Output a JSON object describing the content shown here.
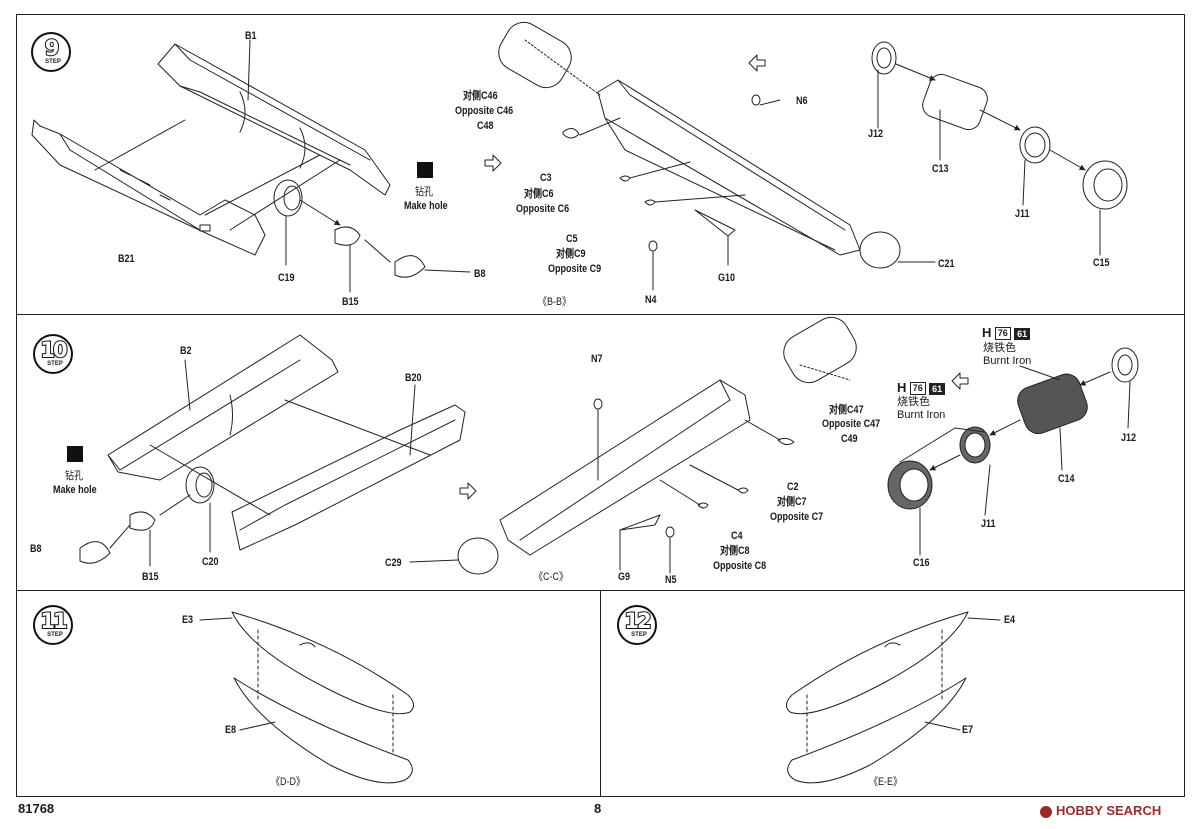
{
  "footer": {
    "code": "81768",
    "page": "8",
    "watermark": "HOBBY SEARCH"
  },
  "steps": [
    {
      "number": "9",
      "tag": "STEP"
    },
    {
      "number": "10",
      "tag": "STEP"
    },
    {
      "number": "11",
      "tag": "STEP"
    },
    {
      "number": "12",
      "tag": "STEP"
    }
  ],
  "step9": {
    "labels": {
      "b1": "B1",
      "b21": "B21",
      "c19": "C19",
      "b15": "B15",
      "b8": "B8",
      "make_hole_cn": "钻孔",
      "make_hole_en": "Make hole",
      "c46_cn": "对侧C46",
      "c46_en": "Opposite C46",
      "c48": "C48",
      "c3": "C3",
      "c6_cn": "对侧C6",
      "c6_en": "Opposite C6",
      "c5": "C5",
      "c9_cn": "对侧C9",
      "c9_en": "Opposite C9",
      "n4": "N4",
      "g10": "G10",
      "n6": "N6",
      "c21": "C21",
      "section": "《B-B》",
      "j12": "J12",
      "c13": "C13",
      "j11": "J11",
      "c15": "C15"
    }
  },
  "step10": {
    "labels": {
      "b2": "B2",
      "b20": "B20",
      "make_hole_cn": "钻孔",
      "make_hole_en": "Make hole",
      "b8": "B8",
      "b15": "B15",
      "c20": "C20",
      "n7": "N7",
      "c47_cn": "对侧C47",
      "c47_en": "Opposite C47",
      "c49": "C49",
      "c2": "C2",
      "c7_cn": "对侧C7",
      "c7_en": "Opposite C7",
      "c4": "C4",
      "c8_cn": "对侧C8",
      "c8_en": "Opposite C8",
      "c29": "C29",
      "section": "《C-C》",
      "g9": "G9",
      "n5": "N5",
      "j12": "J12",
      "c14": "C14",
      "j11": "J11",
      "c16": "C16"
    },
    "paint": [
      {
        "letter": "H",
        "code": "76",
        "code2": "61",
        "cn": "烧铁色",
        "en": "Burnt Iron"
      },
      {
        "letter": "H",
        "code": "76",
        "code2": "61",
        "cn": "烧铁色",
        "en": "Burnt Iron"
      }
    ]
  },
  "step11": {
    "labels": {
      "e3": "E3",
      "e8": "E8",
      "section": "《D-D》"
    }
  },
  "step12": {
    "labels": {
      "e4": "E4",
      "e7": "E7",
      "section": "《E-E》"
    }
  }
}
